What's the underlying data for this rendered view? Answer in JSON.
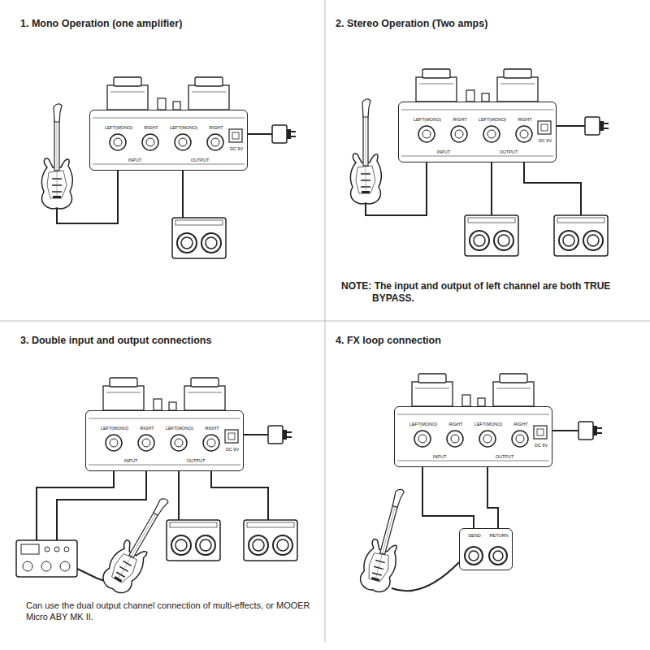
{
  "diagram": {
    "nodes": [
      {
        "text": [
          "LEFT(MONO)",
          "RIGHT",
          "LEFT(MONO)",
          "RIGHT",
          "INPUT",
          "OUTPUT",
          "DC 9V"
        ]
      },
      {
        "text": [
          "LEFT(MONO)",
          "RIGHT",
          "LEFT(MONO)",
          "RIGHT",
          "INPUT",
          "OUTPUT",
          "DC 9V"
        ]
      },
      {
        "text": [
          "LEFT(MONO)",
          "RIGHT",
          "LEFT(MONO)",
          "RIGHT",
          "INPUT",
          "OUTPUT",
          "DC 9V"
        ]
      },
      {
        "text": [
          "LEFT(MONO)",
          "RIGHT",
          "LEFT(MONO)",
          "RIGHT",
          "INPUT",
          "OUTPUT",
          "DC 9V"
        ]
      },
      {
        "text": [
          "SEND",
          "RETURN"
        ]
      }
    ],
    "edges": [
      {
        "from": 4,
        "to": 3,
        "arrow": "none"
      },
      {
        "from": 3,
        "to": 4,
        "arrow": "none"
      }
    ],
    "labels": [
      "1. Mono Operation (one amplifier)",
      "2. Stereo Operation (Two amps)",
      "NOTE: The input and output of left channel are both TRUE BYPASS.",
      "3. Double input and output connections",
      "Can use the dual output channel connection of multi-effects, or MOOER Micro ABY MK II.",
      "4. FX loop connection"
    ]
  }
}
